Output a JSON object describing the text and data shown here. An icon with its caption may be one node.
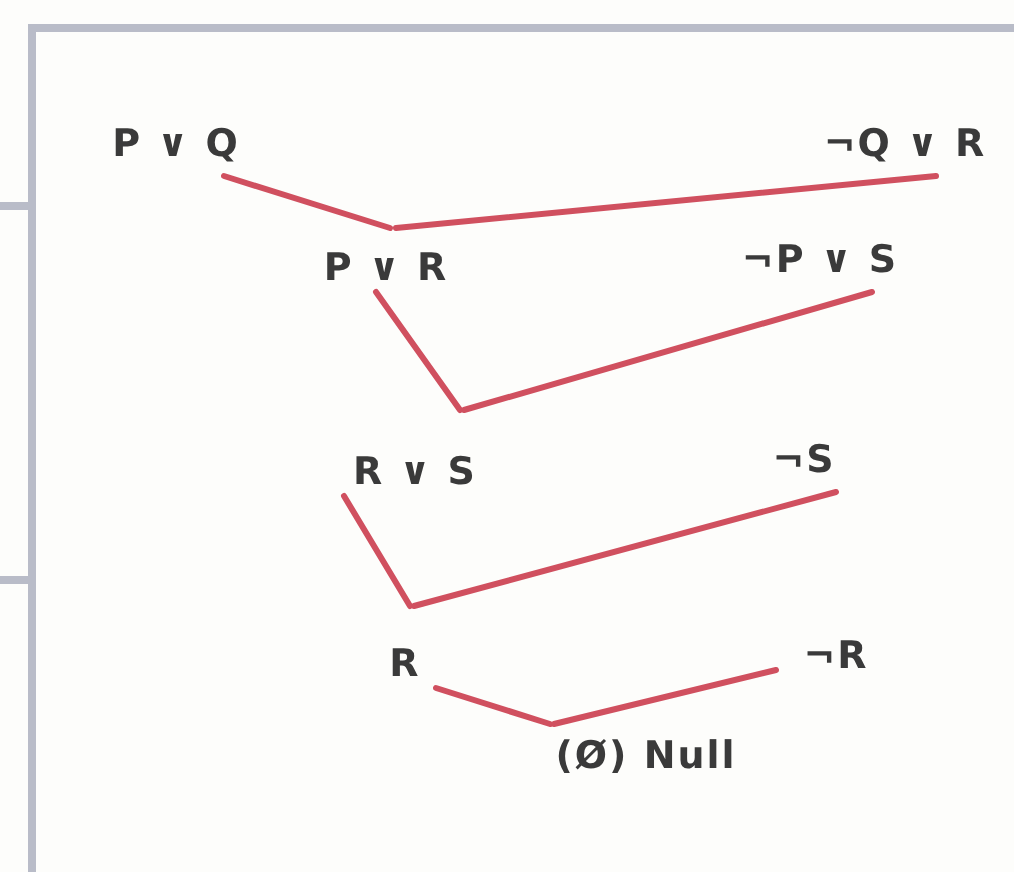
{
  "diagram": {
    "nodes": [
      {
        "text": [
          "P ∨ Q"
        ]
      },
      {
        "text": [
          "¬Q ∨ R"
        ]
      },
      {
        "text": [
          "P ∨ R"
        ]
      },
      {
        "text": [
          "¬P ∨ S"
        ]
      },
      {
        "text": [
          "R ∨ S"
        ]
      },
      {
        "text": [
          "¬S"
        ]
      },
      {
        "text": [
          "R"
        ]
      },
      {
        "text": [
          "¬R"
        ]
      },
      {
        "text": [
          "(Ø) Null"
        ]
      }
    ],
    "edges": [
      {
        "from": 0,
        "to": 2,
        "arrow": "none"
      },
      {
        "from": 1,
        "to": 2,
        "arrow": "none"
      },
      {
        "from": 2,
        "to": 4,
        "arrow": "none"
      },
      {
        "from": 3,
        "to": 4,
        "arrow": "none"
      },
      {
        "from": 4,
        "to": 6,
        "arrow": "none"
      },
      {
        "from": 5,
        "to": 6,
        "arrow": "none"
      },
      {
        "from": 6,
        "to": 8,
        "arrow": "none"
      },
      {
        "from": 7,
        "to": 8,
        "arrow": "none"
      }
    ]
  }
}
